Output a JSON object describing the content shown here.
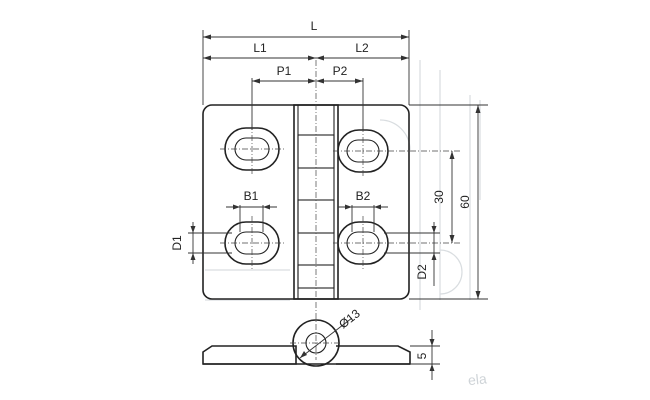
{
  "drawing": {
    "dims": {
      "overall_width": "L",
      "left_leaf": "L1",
      "right_leaf": "L2",
      "left_pitch": "P1",
      "right_pitch": "P2",
      "left_slot_width": "B1",
      "right_slot_width": "B2",
      "left_slot_length": "D1",
      "right_slot_length": "D2",
      "hole_spacing": "30",
      "height": "60",
      "pin_diameter": "Ø13",
      "thickness": "5"
    },
    "watermark": "ela"
  }
}
